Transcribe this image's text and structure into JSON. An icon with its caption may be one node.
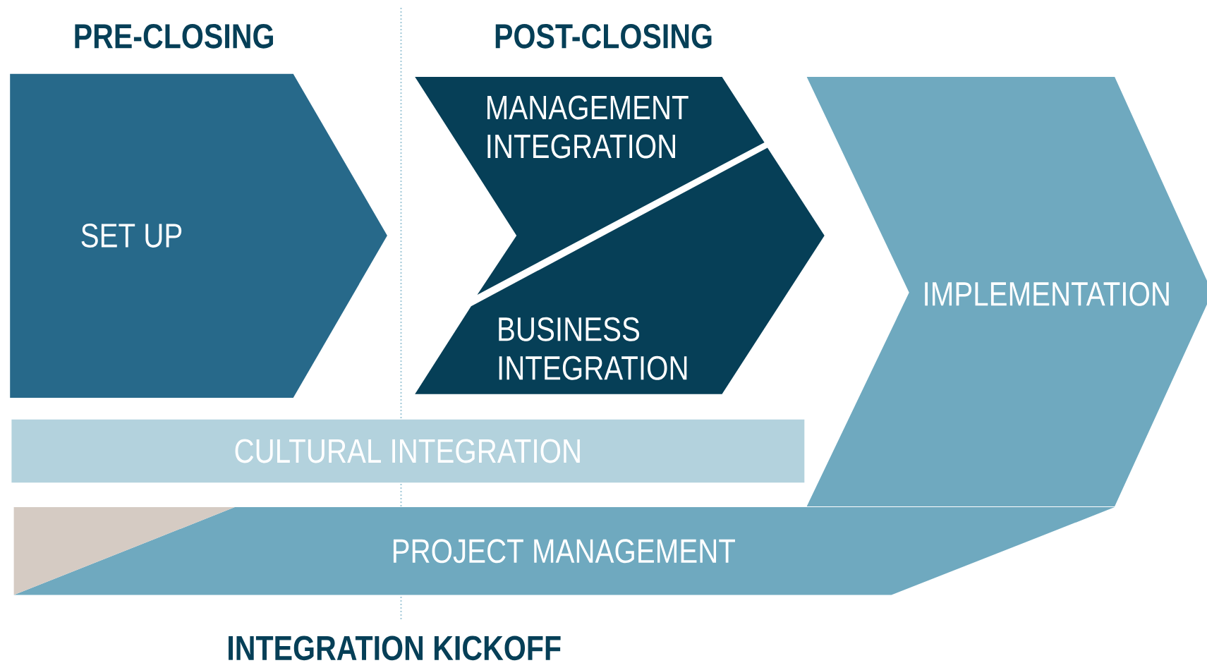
{
  "diagram": {
    "nodes": [
      {
        "text": [
          "SET UP"
        ]
      },
      {
        "text": [
          "MANAGEMENT INTEGRATION"
        ]
      },
      {
        "text": [
          "BUSINESS INTEGRATION"
        ]
      },
      {
        "text": [
          "IMPLEMENTATION"
        ]
      },
      {
        "text": [
          "CULTURAL INTEGRATION"
        ]
      },
      {
        "text": [
          "PROJECT MANAGEMENT"
        ]
      }
    ],
    "labels": [
      "PRE-CLOSING",
      "POST-CLOSING",
      "INTEGRATION KICKOFF"
    ]
  }
}
